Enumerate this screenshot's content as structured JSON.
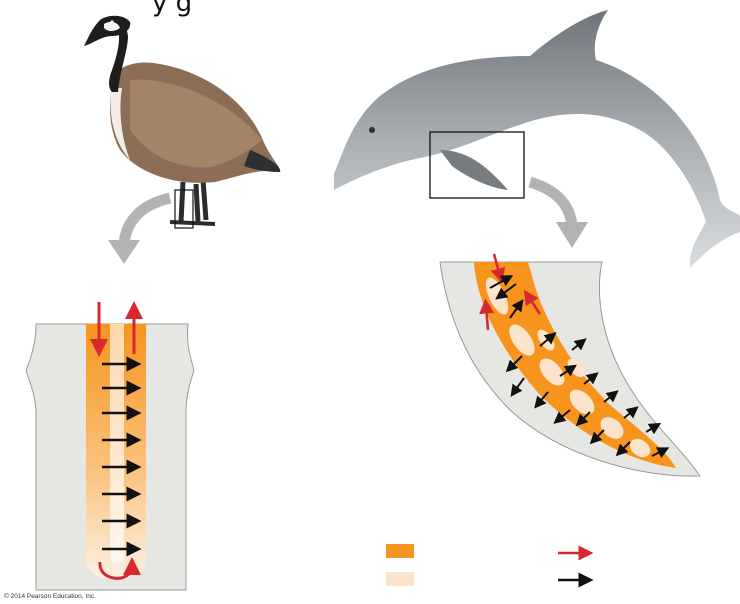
{
  "title_fragment": "y                g",
  "copyright": "© 2014 Pearson Education, Inc.",
  "colors": {
    "warm_blood": "#f7941d",
    "cool_blood": "#fbe3cc",
    "blood_flow_arrow": "#d7282f",
    "heat_transfer_arrow": "#111111",
    "tissue": "#e6e6e2",
    "pointer_arrow": "#b3b3b3"
  },
  "legend": {
    "swatches": [
      "warm-blood-swatch",
      "cool-blood-swatch"
    ],
    "arrows": [
      "blood-flow-arrow",
      "heat-transfer-arrow"
    ]
  },
  "icons": [
    "goose-illustration",
    "dolphin-illustration",
    "goose-leg-cross-section",
    "dolphin-flipper-cross-section"
  ]
}
